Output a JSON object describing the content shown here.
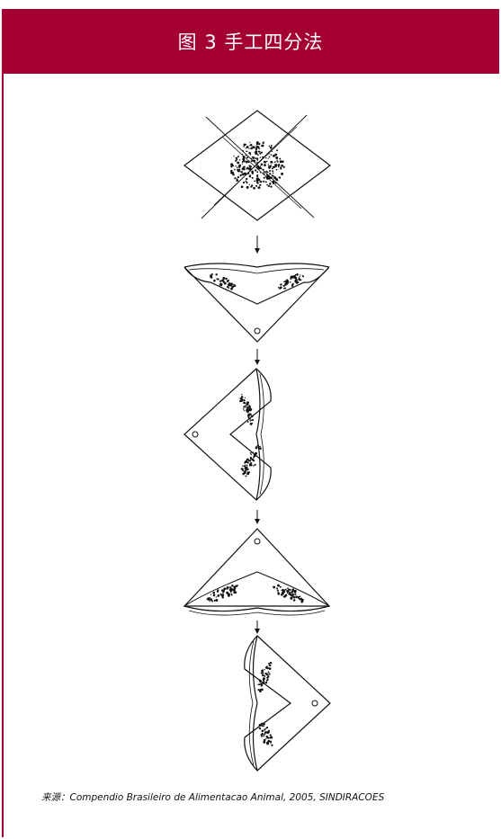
{
  "figure": {
    "title": "图 3 手工四分法",
    "source_label": "来源：",
    "source_text": "Compendio Brasileiro de Alimentacao Animal, 2005, SINDIRACOES"
  },
  "colors": {
    "accent": "#a50034",
    "ink": "#111111",
    "background": "#ffffff"
  },
  "steps": [
    "diamond-with-sample",
    "fold-corners-up",
    "fold-corners-left",
    "fold-corners-down",
    "fold-corners-right"
  ]
}
